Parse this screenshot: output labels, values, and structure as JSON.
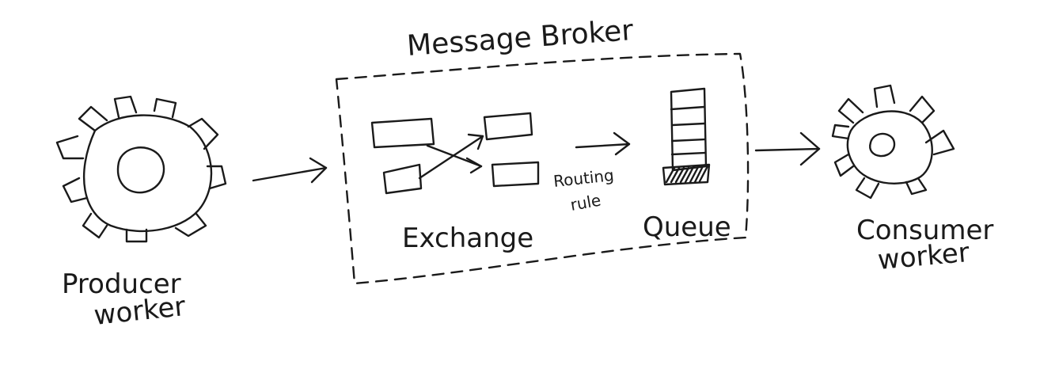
{
  "labels": {
    "broker_title": "Message Broker",
    "exchange": "Exchange",
    "queue": "Queue",
    "routing_line1": "Routing",
    "routing_line2": "rule",
    "producer_line1": "Producer",
    "producer_line2": "worker",
    "consumer_line1": "Consumer",
    "consumer_line2": "worker"
  },
  "colors": {
    "ink": "#1a1a1a",
    "background": "#ffffff"
  }
}
